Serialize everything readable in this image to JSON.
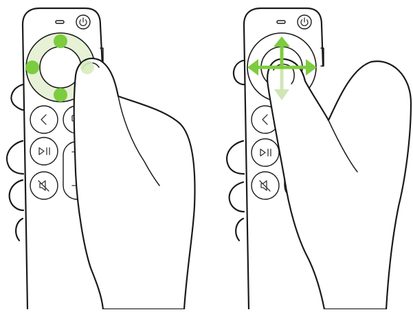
{
  "colors": {
    "accent": "#7ccc3f",
    "accent_light": "#e7f1d6",
    "accent_faded": "#d6ecbd",
    "outline": "#1a1a1a",
    "background": "#ffffff"
  },
  "panels": [
    {
      "id": "left",
      "gesture": "click-ring",
      "highlighted_points": [
        "top",
        "left",
        "bottom",
        "right-faded"
      ]
    },
    {
      "id": "right",
      "gesture": "swipe-touch-surface",
      "directions": [
        "up",
        "down",
        "left",
        "right"
      ]
    }
  ],
  "remote": {
    "buttons": {
      "power_icon": "power-icon",
      "back_icon": "chevron-left-icon",
      "tv_icon": "tv-icon",
      "play_pause_icon": "play-pause-icon",
      "mute_icon": "mute-icon",
      "volume_up_symbol": "+",
      "volume_down_symbol": "–"
    }
  }
}
